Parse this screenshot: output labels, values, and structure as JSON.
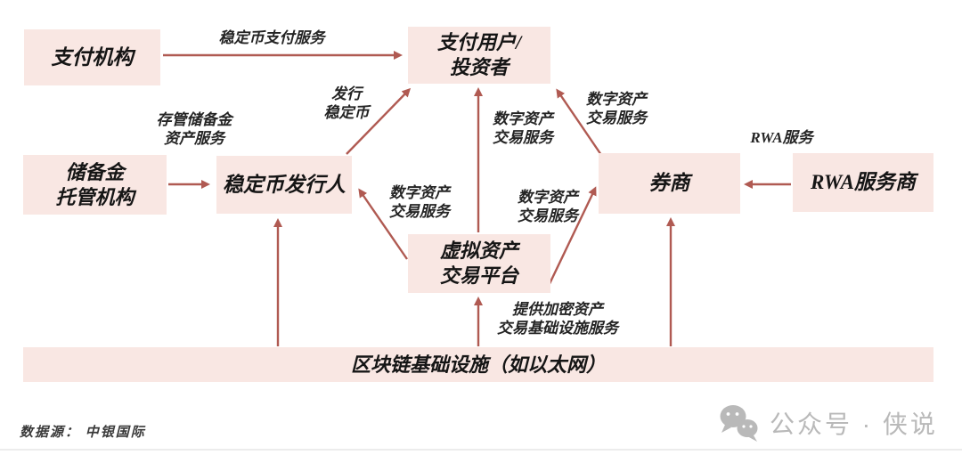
{
  "diagram": {
    "nodes": {
      "payment_institution": {
        "label": "支付机构"
      },
      "payment_user": {
        "line1": "支付用户/",
        "line2": "投资者"
      },
      "reserve_custodian": {
        "line1": "储备金",
        "line2": "托管机构"
      },
      "stablecoin_issuer": {
        "label": "稳定币发行人"
      },
      "broker": {
        "label": "券商"
      },
      "rwa_provider": {
        "label": "RWA服务商"
      },
      "vasp": {
        "line1": "虚拟资产",
        "line2": "交易平台"
      },
      "blockchain": {
        "label": "区块链基础设施（如以太网）"
      }
    },
    "edge_labels": {
      "stablecoin_payment": "稳定币支付服务",
      "custody_line1": "存管储备金",
      "custody_line2": "资产服务",
      "issue_line1": "发行",
      "issue_line2": "稳定币",
      "digital_asset_line1": "数字资产",
      "digital_asset_line2": "交易服务",
      "rwa_service": "RWA服务",
      "infra_line1": "提供加密资产",
      "infra_line2": "交易基础设施服务"
    },
    "colors": {
      "node_fill": "#f9e7e3",
      "arrow": "#b05a52",
      "text": "#151515"
    }
  },
  "footer": {
    "source": "数据源：  中银国际"
  },
  "watermark": {
    "text": "公众号 · 侠说",
    "icon": "wechat-icon",
    "color": "#b9b9b9"
  }
}
